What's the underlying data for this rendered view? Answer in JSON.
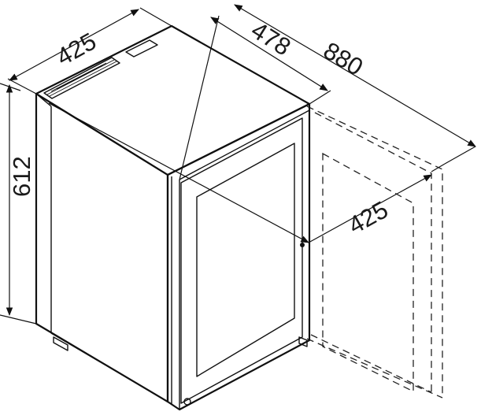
{
  "dimensions": {
    "width_top": "425",
    "depth_body": "478",
    "depth_door_open": "880",
    "door_width": "425",
    "height": "612"
  },
  "colors": {
    "glass": "#c8c8c8",
    "frame": "#ffffff",
    "line": "#111111"
  }
}
